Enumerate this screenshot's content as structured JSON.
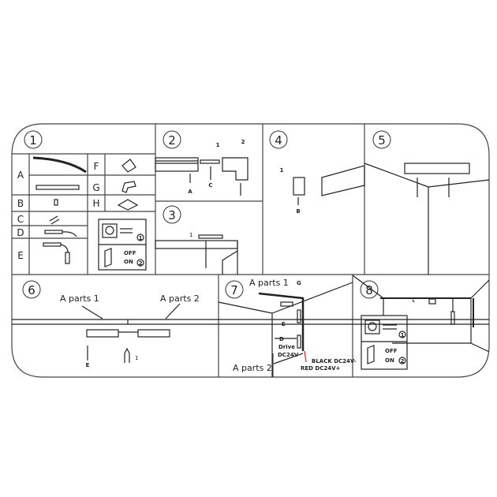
{
  "steps": [
    {
      "num": "1",
      "name": "parts-list"
    },
    {
      "num": "2",
      "name": "attach-corner"
    },
    {
      "num": "3",
      "name": "fasten-connector"
    },
    {
      "num": "4",
      "name": "attach-end-cap"
    },
    {
      "num": "5",
      "name": "mount-to-ceiling"
    },
    {
      "num": "6",
      "name": "join-track-parts"
    },
    {
      "num": "7",
      "name": "wire-driver"
    },
    {
      "num": "8",
      "name": "power-on"
    }
  ],
  "parts": {
    "A": "A",
    "B": "B",
    "C": "C",
    "D": "D",
    "E": "E",
    "F": "F",
    "G": "G",
    "H": "H"
  },
  "power": {
    "plug_step": "1",
    "switch_off": "OFF",
    "switch_on": "ON",
    "switch_step": "2"
  },
  "step2": {
    "label_a": "A",
    "label_c": "C",
    "screw1": "1",
    "screw2": "2"
  },
  "step3": {
    "screw1": "1"
  },
  "step4": {
    "label_b": "B",
    "screw1": "1"
  },
  "step6": {
    "parts1": "A parts 1",
    "parts2": "A parts 2",
    "label_e": "E",
    "push_step": "1"
  },
  "step7": {
    "parts1": "A parts 1",
    "parts2": "A parts 2",
    "label_g": "G",
    "label_e": "E",
    "label_d": "D",
    "drive1": "Drive",
    "drive2": "DC24V",
    "black": "BLACK DC24V-",
    "red": "RED DC24V+"
  },
  "colors": {
    "line": "#333333",
    "red_wire": "#d9302c",
    "bg": "#ffffff"
  }
}
